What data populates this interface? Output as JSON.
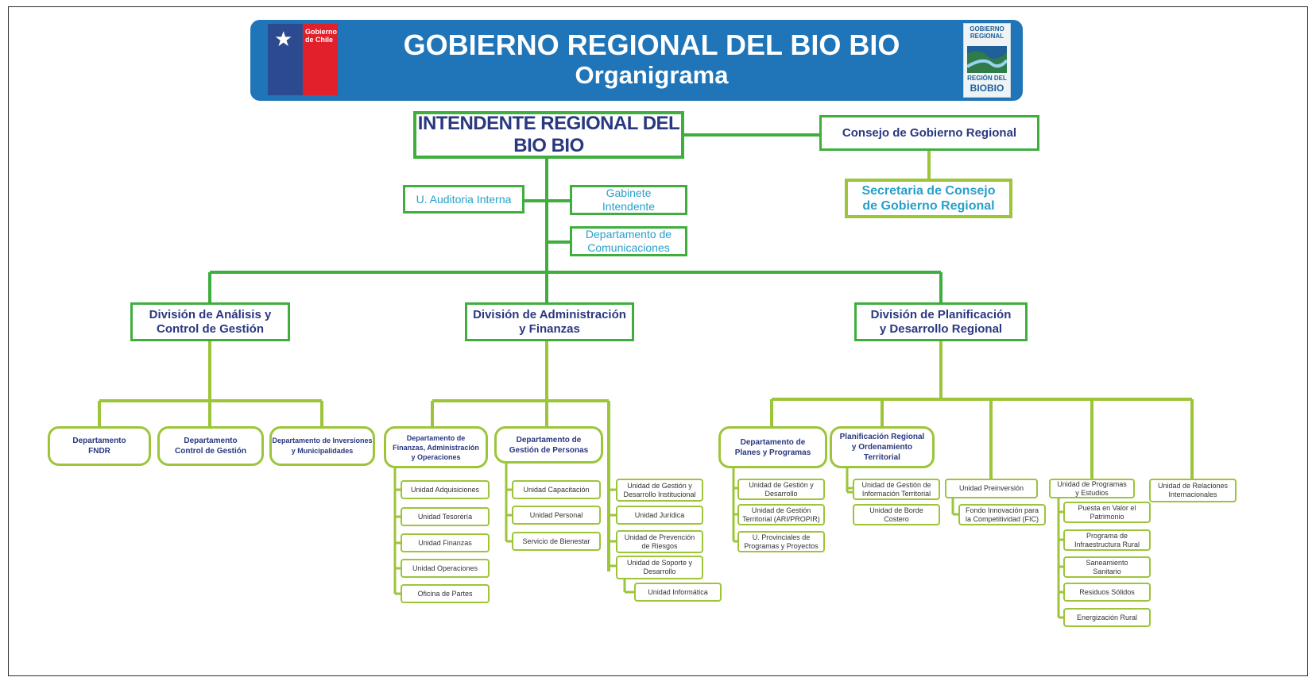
{
  "header": {
    "title": "GOBIERNO REGIONAL DEL BIO BIO",
    "subtitle": "Organigrama",
    "gob_logo_text": "Gobierno de Chile",
    "regional_logo_top": "GOBIERNO REGIONAL",
    "regional_logo_bottom_small": "REGIÓN DEL",
    "regional_logo_bottom_big": "BIOBIO"
  },
  "top": {
    "intendente": "INTENDENTE REGIONAL DEL BIO BIO",
    "consejo": "Consejo de Gobierno Regional",
    "secretaria": "Secretaria de Consejo\nde Gobierno Regional",
    "auditoria": "U. Auditoria Interna",
    "gabinete": "Gabinete\nIntendente",
    "comunicaciones": "Departamento de\nComunicaciones"
  },
  "divisions": {
    "analisis": "División de Análisis y\nControl de Gestión",
    "administracion": "División de Administración\ny Finanzas",
    "planificacion": "División de Planificación\ny Desarrollo Regional"
  },
  "analisis_depts": {
    "fndr": "Departamento\nFNDR",
    "control": "Departamento\nControl de Gestión",
    "inversiones": "Departamento de Inversiones\ny Municipalidades"
  },
  "admin": {
    "finanzas_dept": "Departamento de\nFinanzas, Administración\ny Operaciones",
    "personas_dept": "Departamento de\nGestión de Personas",
    "finanzas_units": [
      "Unidad Adquisiciones",
      "Unidad Tesorería",
      "Unidad Finanzas",
      "Unidad Operaciones",
      "Oficina de Partes"
    ],
    "personas_units": [
      "Unidad Capacitación",
      "Unidad Personal",
      "Servicio de Bienestar"
    ],
    "direct_units": [
      "Unidad de Gestión y\nDesarrollo Institucional",
      "Unidad Jurídica",
      "Unidad de Prevención\nde Riesgos",
      "Unidad de Soporte y\nDesarrollo"
    ],
    "informatica": "Unidad Informática"
  },
  "plan": {
    "planes_dept": "Departamento de\nPlanes y Programas",
    "planes_units": [
      "Unidad de Gestión y\nDesarrollo",
      "Unidad de Gestión\nTerritorial (ARI/PROPIR)",
      "U. Provinciales de\nProgramas y Proyectos"
    ],
    "ordenamiento_dept": "Planificación Regional\ny Ordenamiento\nTerritorial",
    "ordenamiento_units": [
      "Unidad de Gestión de\nInformación Territorial",
      "Unidad de Borde\nCostero"
    ],
    "preinversion": "Unidad Preinversión",
    "fic": "Fondo Innovación para\nla Competitividad (FIC)",
    "programas": "Unidad de Programas\ny Estudios",
    "programas_units": [
      "Puesta en Valor el\nPatrimonio",
      "Programa de\nInfraestructura Rural",
      "Saneamiento\nSanitario",
      "Residuos Sólidos",
      "Energización Rural"
    ],
    "relaciones": "Unidad de Relaciones\nInternacionales"
  },
  "colors": {
    "banner": "#1f75b8",
    "dark_green": "#3fae3f",
    "light_green": "#9cc53a",
    "navy": "#2a3880",
    "cyan": "#27a0c9"
  }
}
